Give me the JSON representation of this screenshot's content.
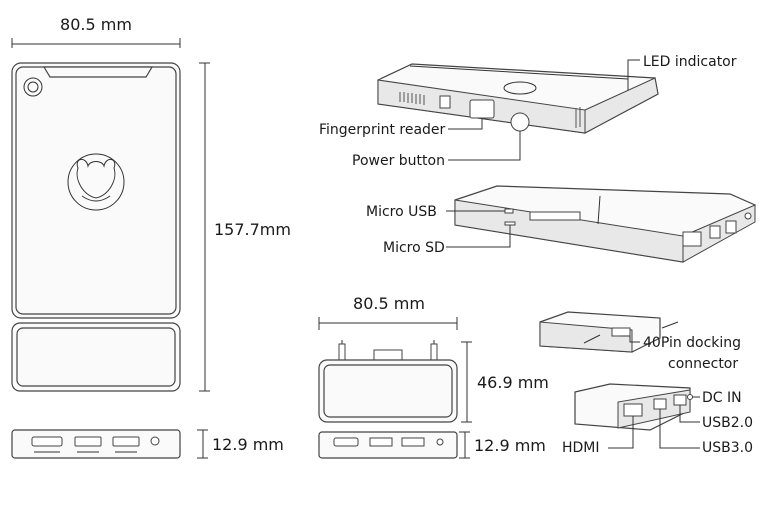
{
  "front_view": {
    "width_label": "80.5 mm",
    "height_label": "157.7mm",
    "thickness_label": "12.9 mm"
  },
  "dock_view": {
    "width_label": "80.5 mm",
    "height_label": "46.9 mm",
    "thickness_label": "12.9 mm"
  },
  "callouts": {
    "led": "LED indicator",
    "fingerprint": "Fingerprint reader",
    "power": "Power button",
    "micro_usb": "Micro USB",
    "micro_sd": "Micro SD",
    "docking_line1": "40Pin docking",
    "docking_line2": "connector",
    "dc_in": "DC IN",
    "usb2": "USB2.0",
    "hdmi": "HDMI",
    "usb3": "USB3.0"
  },
  "icons": [
    "mouse-head-logo-icon",
    "camera-lens-icon"
  ]
}
